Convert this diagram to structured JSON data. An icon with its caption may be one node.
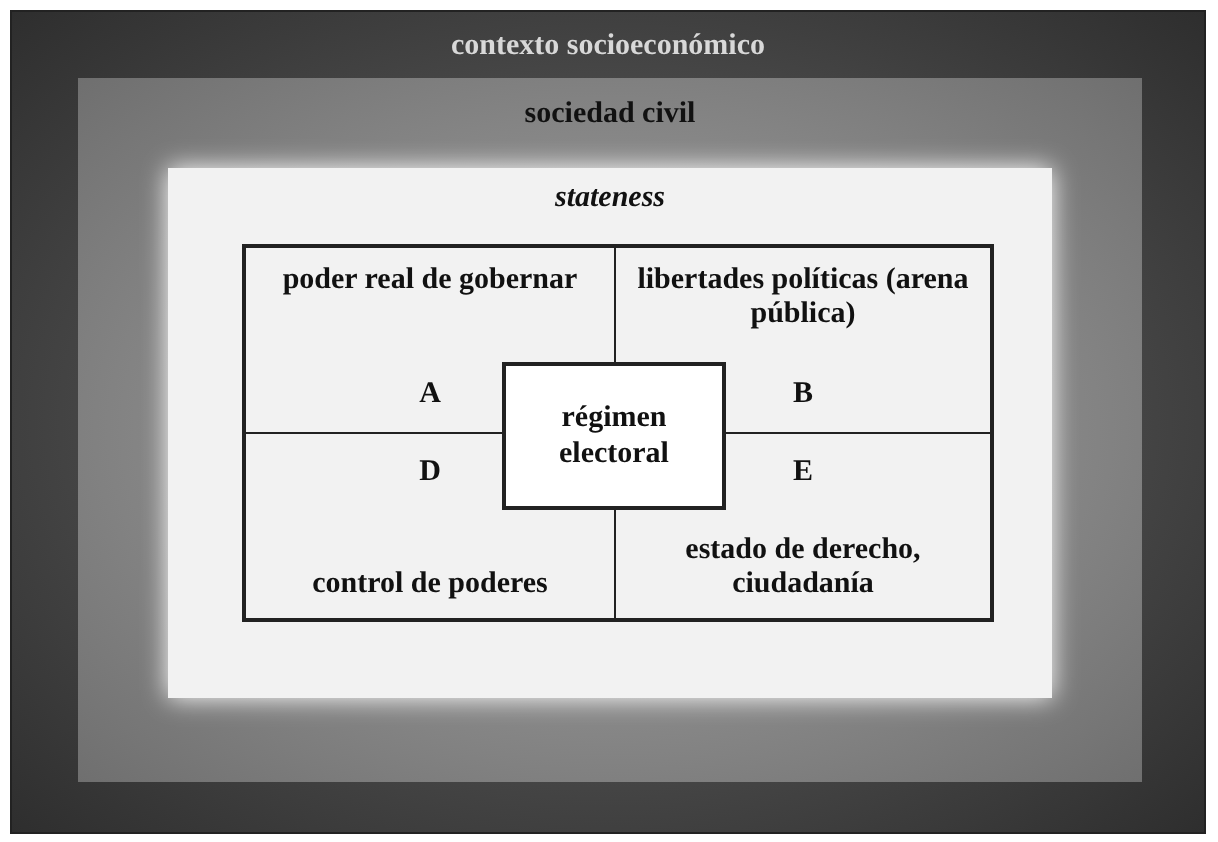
{
  "diagram": {
    "nodes": [
      {
        "text": [
          "contexto socioeconómico"
        ]
      },
      {
        "text": [
          "sociedad civil"
        ],
        "in": 0
      },
      {
        "text": [
          "stateness"
        ],
        "in": 1
      },
      {
        "text": [
          "poder real de gobernar",
          "A"
        ],
        "in": 2
      },
      {
        "text": [
          "libertades políticas (arena pública)",
          "B"
        ],
        "in": 2
      },
      {
        "text": [
          "D",
          "control de poderes"
        ],
        "in": 2
      },
      {
        "text": [
          "E",
          "estado de derecho, ciudadanía"
        ],
        "in": 2
      },
      {
        "text": [
          "régimen electoral"
        ],
        "in": 2
      }
    ]
  }
}
